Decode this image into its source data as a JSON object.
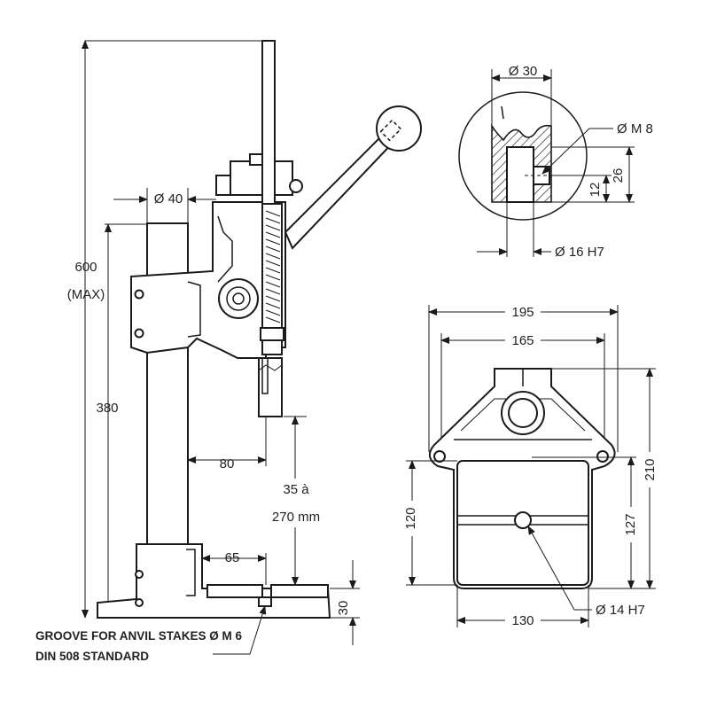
{
  "dimensions": {
    "height_max_value": "600",
    "height_max_note": "(MAX)",
    "column_diameter": "Ø 40",
    "column_height": "380",
    "throat_depth": "80",
    "stroke_range_value": "35  à",
    "stroke_range_unit": "270 mm",
    "base_offset": "65",
    "base_height": "30",
    "ram_diameter": "Ø 30",
    "thread_size": "Ø M 8",
    "bore_fit": "Ø 16 H7",
    "ram_depth_total": "26",
    "ram_depth_thread": "12",
    "base_width": "195",
    "hole_spacing": "165",
    "base_depth": "210",
    "table_depth": "120",
    "table_center": "127",
    "table_width": "130",
    "table_hole": "Ø  14 H7"
  },
  "notes": {
    "groove_line1": "GROOVE FOR ANVIL STAKES Ø M 6",
    "groove_line2": "DIN 508 STANDARD"
  }
}
